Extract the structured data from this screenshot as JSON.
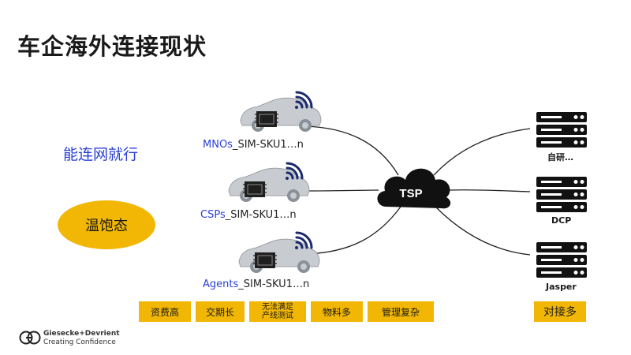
{
  "title": "车企海外连接现状",
  "subtitle": "能连网就行",
  "ellipse_label": "温饱态",
  "cars": [
    {
      "channel": "MNOs",
      "suffix": "_SIM-SKU1…n"
    },
    {
      "channel": "CSPs",
      "suffix": "_SIM-SKU1…n"
    },
    {
      "channel": "Agents",
      "suffix": "_SIM-SKU1…n"
    }
  ],
  "hub_label": "TSP",
  "servers": [
    {
      "label": "自研…"
    },
    {
      "label": "DCP"
    },
    {
      "label": "Jasper"
    }
  ],
  "tags": [
    "资费高",
    "交期长",
    "无法满足产线测试",
    "物料多",
    "管理复杂"
  ],
  "tag3_lines": [
    "无法满足",
    "产线测试"
  ],
  "right_tag": "对接多",
  "logo": {
    "line1": "Giesecke+Devrient",
    "line2": "Creating Confidence"
  },
  "colors": {
    "accent_yellow": "#f2b705",
    "blue_text": "#2a3fd8",
    "dark": "#111111"
  }
}
